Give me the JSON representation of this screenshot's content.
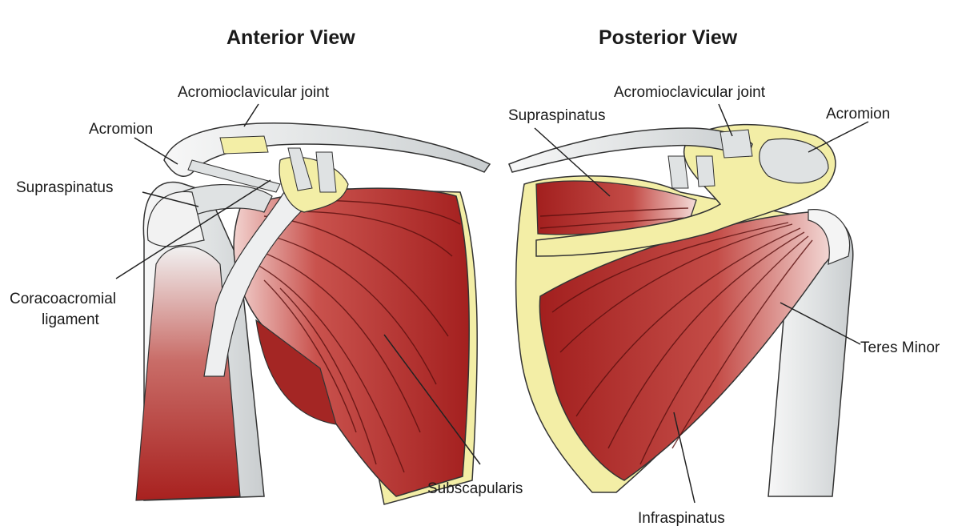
{
  "anterior": {
    "title": "Anterior View",
    "labels": {
      "acromioclavicular_joint": "Acromioclavicular joint",
      "acromion": "Acromion",
      "supraspinatus": "Supraspinatus",
      "coracoacromial_line1": "Coracoacromial",
      "coracoacromial_line2": "ligament",
      "subscapularis": "Subscapularis"
    }
  },
  "posterior": {
    "title": "Posterior View",
    "labels": {
      "acromioclavicular_joint": "Acromioclavicular joint",
      "supraspinatus": "Supraspinatus",
      "acromion": "Acromion",
      "teres_minor": "Teres Minor",
      "infraspinatus": "Infraspinatus"
    }
  },
  "colors": {
    "muscle": "#b8312f",
    "muscle_dark": "#8e1f1e",
    "bone": "#e9ecec",
    "cartilage": "#f3eea6",
    "tendon": "#dfe2e3"
  }
}
